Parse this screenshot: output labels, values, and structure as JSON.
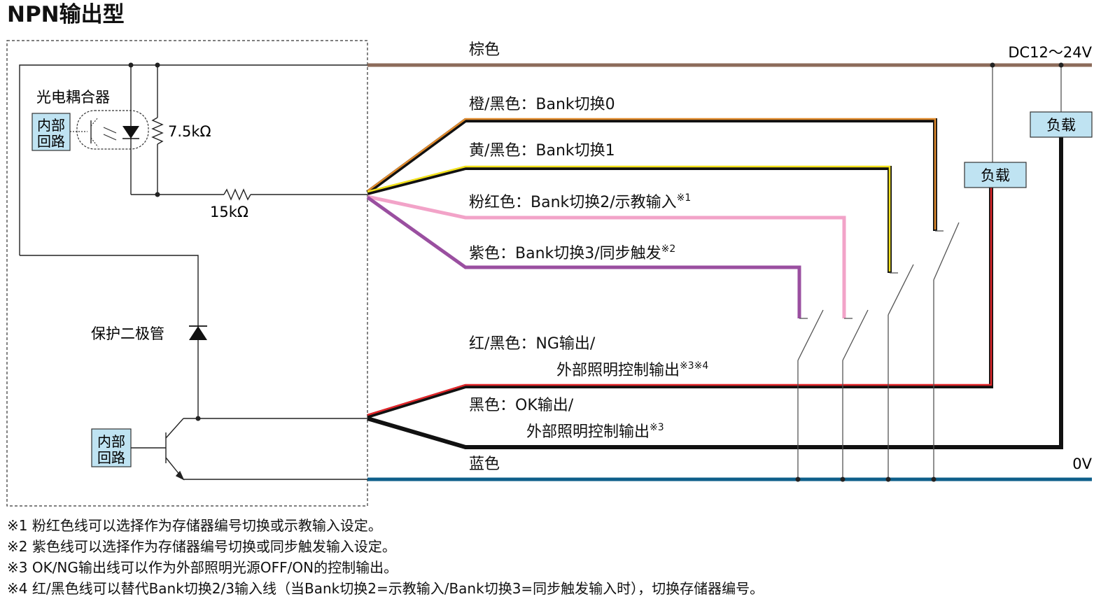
{
  "title": "NPN输出型",
  "colors": {
    "brown": "#8c6b5a",
    "orange": "#e08a2c",
    "yellow": "#f2e11c",
    "pink": "#f2a3c8",
    "purple": "#9a4fa0",
    "red": "#e0262a",
    "black": "#111111",
    "blue": "#0e5f8a",
    "box_fill": "#bfe3f2"
  },
  "circuit": {
    "optocoupler_label": "光电耦合器",
    "internal_circuit_top": [
      "内部",
      "回路"
    ],
    "resistor_1": "7.5kΩ",
    "resistor_2": "15kΩ",
    "protection_diode": "保护二极管",
    "internal_circuit_bottom": [
      "内部",
      "回路"
    ]
  },
  "supply": {
    "positive": "DC12～24V",
    "zero": "0V"
  },
  "loads": [
    "负载",
    "负载"
  ],
  "wires": [
    {
      "name": "棕色",
      "sup": ""
    },
    {
      "name": "橙/黑色：Bank切换0",
      "sup": ""
    },
    {
      "name": "黄/黑色：Bank切换1",
      "sup": ""
    },
    {
      "name": "粉红色：Bank切换2/示教输入",
      "sup": "※1"
    },
    {
      "name": "紫色：Bank切换3/同步触发",
      "sup": "※2"
    },
    {
      "name": "红/黑色：NG输出/",
      "line2": "外部照明控制输出",
      "sup": "※3※4"
    },
    {
      "name": "黑色：OK输出/",
      "line2": "外部照明控制输出",
      "sup": "※3"
    },
    {
      "name": "蓝色",
      "sup": ""
    }
  ],
  "notes": [
    "※1  粉红色线可以选择作为存储器编号切换或示教输入设定。",
    "※2  紫色线可以选择作为存储器编号切换或同步触发输入设定。",
    "※3  OK/NG输出线可以作为外部照明光源OFF/ON的控制输出。",
    "※4  红/黑色线可以替代Bank切换2/3输入线（当Bank切换2=示教输入/Bank切换3=同步触发输入时），切换存储器编号。"
  ]
}
